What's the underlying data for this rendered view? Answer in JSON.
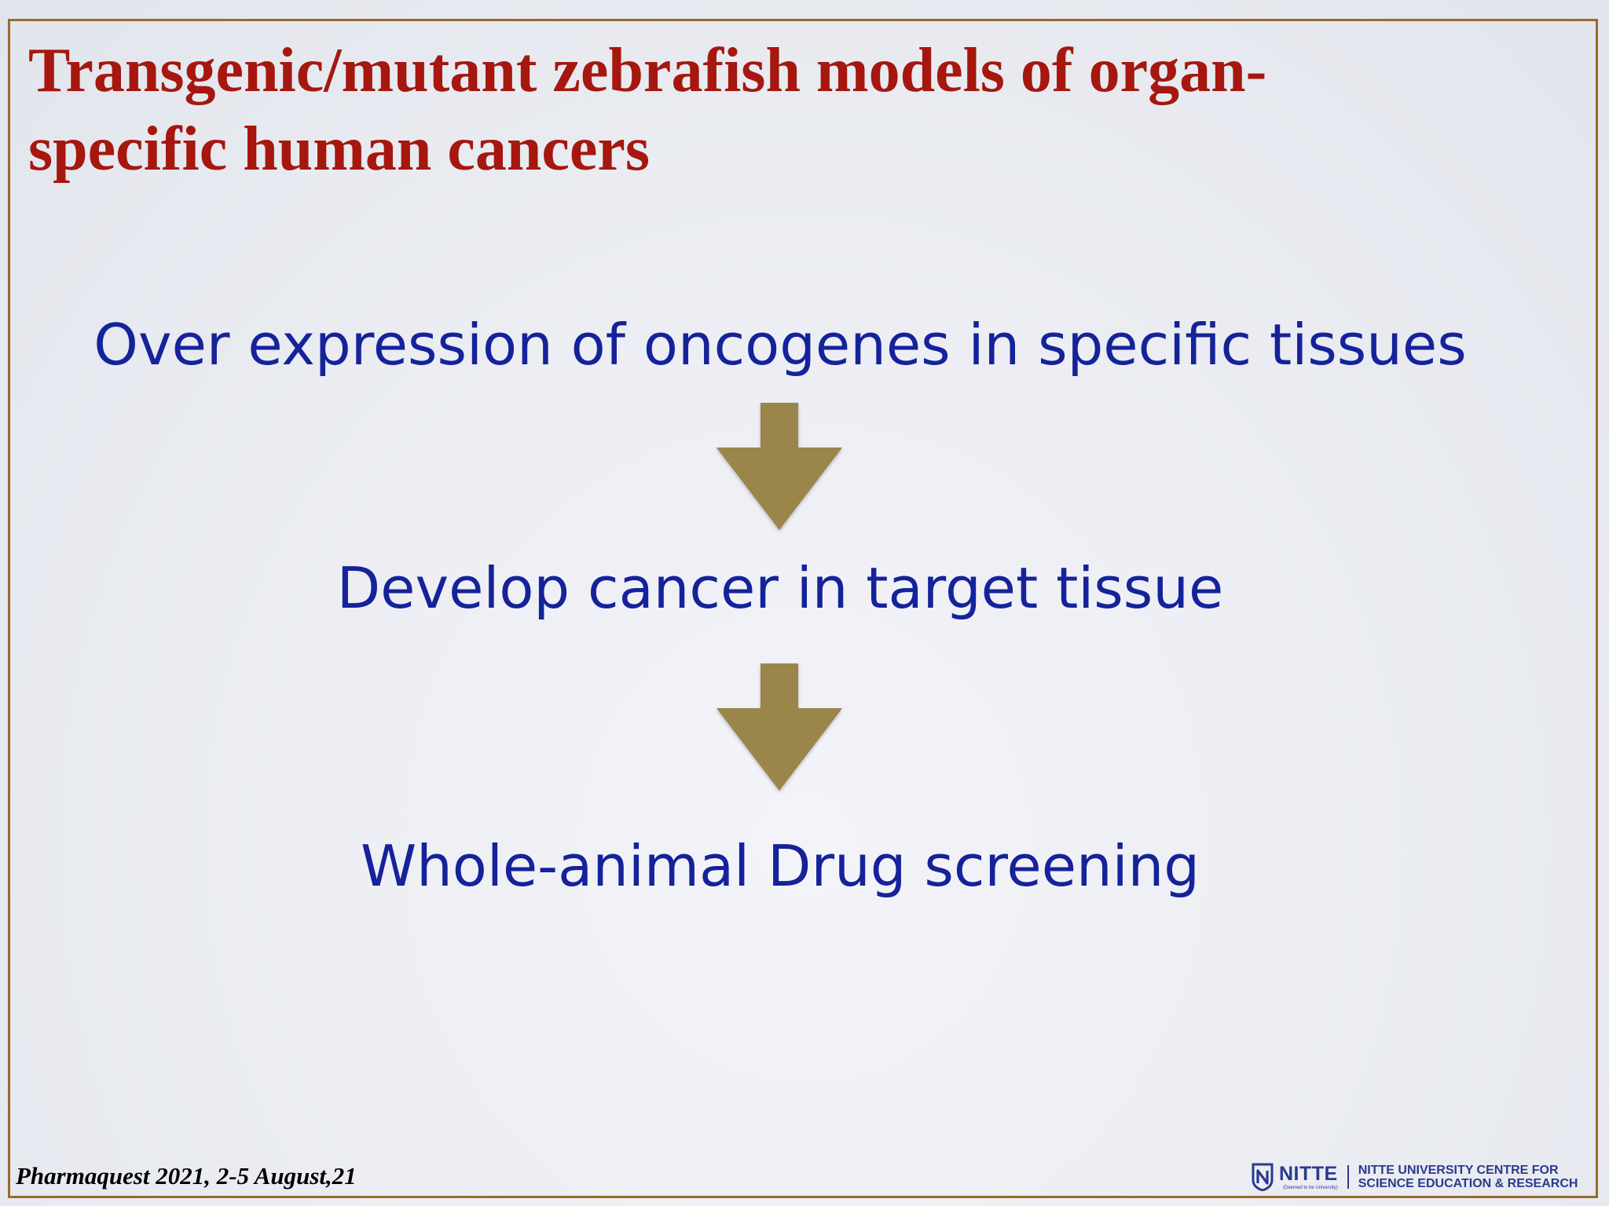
{
  "slide": {
    "title": "Transgenic/mutant zebrafish models of organ-specific human cancers",
    "flow_steps": [
      "Over expression of oncogenes in specific tissues",
      "Develop cancer in target tissue",
      "Whole-animal Drug screening"
    ],
    "arrow_icon": "down-arrow-icon",
    "footer": "Pharmaquest 2021, 2-5 August,21",
    "logo": {
      "name": "NITTE",
      "tagline": "(Deemed to be University)",
      "centre_line_1": "NITTE UNIVERSITY CENTRE FOR",
      "centre_line_2": "SCIENCE EDUCATION & RESEARCH"
    }
  },
  "colors": {
    "title": "#a5170f",
    "body_text": "#15229a",
    "arrow": "#9a864a",
    "frame_border": "#9a6a2a",
    "logo": "#2b3a8f"
  }
}
